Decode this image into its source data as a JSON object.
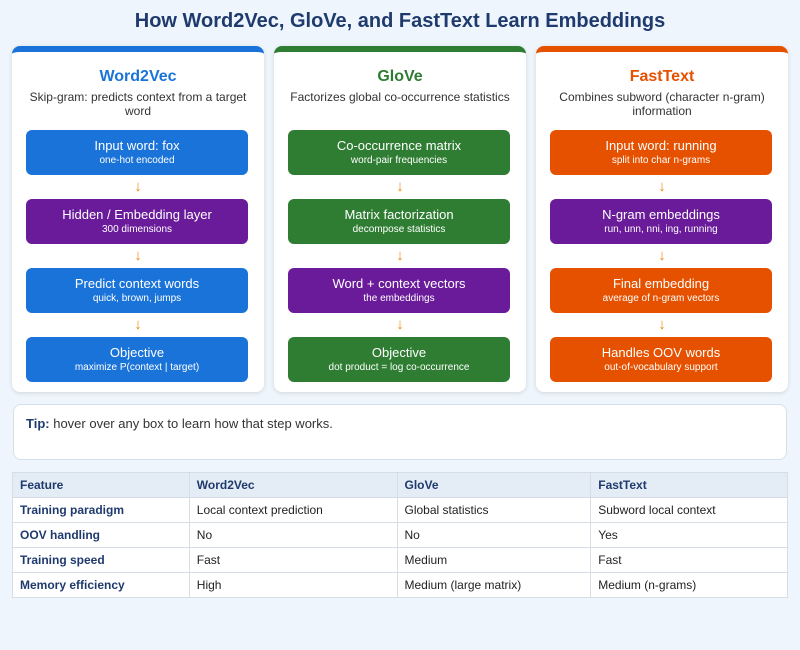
{
  "title": "How Word2Vec, GloVe, and FastText Learn Embeddings",
  "colors": {
    "blue": "#1a73d9",
    "green": "#2e7d32",
    "orange": "#e65100",
    "purple": "#6a1b9a",
    "arrow": "#f08a10",
    "heading": "#1f3a6d"
  },
  "cards": [
    {
      "title": "Word2Vec",
      "accent": "#1a73d9",
      "description": "Skip-gram: predicts context from a target word",
      "steps": [
        {
          "label": "Input word: fox",
          "sub": "one-hot encoded",
          "color": "#1a73d9"
        },
        {
          "label": "Hidden / Embedding layer",
          "sub": "300 dimensions",
          "color": "#6a1b9a"
        },
        {
          "label": "Predict context words",
          "sub": "quick, brown, jumps",
          "color": "#1a73d9"
        },
        {
          "label": "Objective",
          "sub": "maximize P(context | target)",
          "color": "#1a73d9"
        }
      ]
    },
    {
      "title": "GloVe",
      "accent": "#2e7d32",
      "description": "Factorizes global co-occurrence statistics",
      "steps": [
        {
          "label": "Co-occurrence matrix",
          "sub": "word-pair frequencies",
          "color": "#2e7d32"
        },
        {
          "label": "Matrix factorization",
          "sub": "decompose statistics",
          "color": "#2e7d32"
        },
        {
          "label": "Word + context vectors",
          "sub": "the embeddings",
          "color": "#6a1b9a"
        },
        {
          "label": "Objective",
          "sub": "dot product = log co-occurrence",
          "color": "#2e7d32"
        }
      ]
    },
    {
      "title": "FastText",
      "accent": "#e65100",
      "description": "Combines subword (character n-gram) information",
      "steps": [
        {
          "label": "Input word: running",
          "sub": "split into char n-grams",
          "color": "#e65100"
        },
        {
          "label": "N-gram embeddings",
          "sub": "run, unn, nni, ing, running",
          "color": "#6a1b9a"
        },
        {
          "label": "Final embedding",
          "sub": "average of n-gram vectors",
          "color": "#e65100"
        },
        {
          "label": "Handles OOV words",
          "sub": "out-of-vocabulary support",
          "color": "#e65100"
        }
      ]
    }
  ],
  "arrow_glyph": "↓",
  "tip": {
    "label": "Tip:",
    "text": "hover over any box to learn how that step works."
  },
  "table": {
    "headers": [
      "Feature",
      "Word2Vec",
      "GloVe",
      "FastText"
    ],
    "rows": [
      [
        "Training paradigm",
        "Local context prediction",
        "Global statistics",
        "Subword local context"
      ],
      [
        "OOV handling",
        "No",
        "No",
        "Yes"
      ],
      [
        "Training speed",
        "Fast",
        "Medium",
        "Fast"
      ],
      [
        "Memory efficiency",
        "High",
        "Medium (large matrix)",
        "Medium (n-grams)"
      ]
    ]
  }
}
